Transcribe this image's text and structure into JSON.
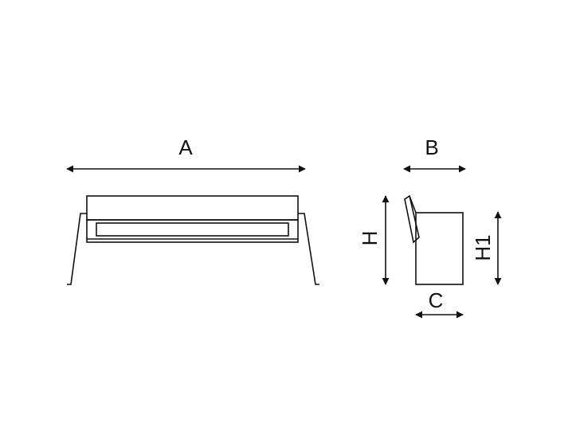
{
  "diagram": {
    "labels": {
      "a": "A",
      "b": "B",
      "c": "C",
      "h": "H",
      "h1": "H1"
    },
    "colors": {
      "line": "#111111",
      "background": "#ffffff"
    }
  }
}
